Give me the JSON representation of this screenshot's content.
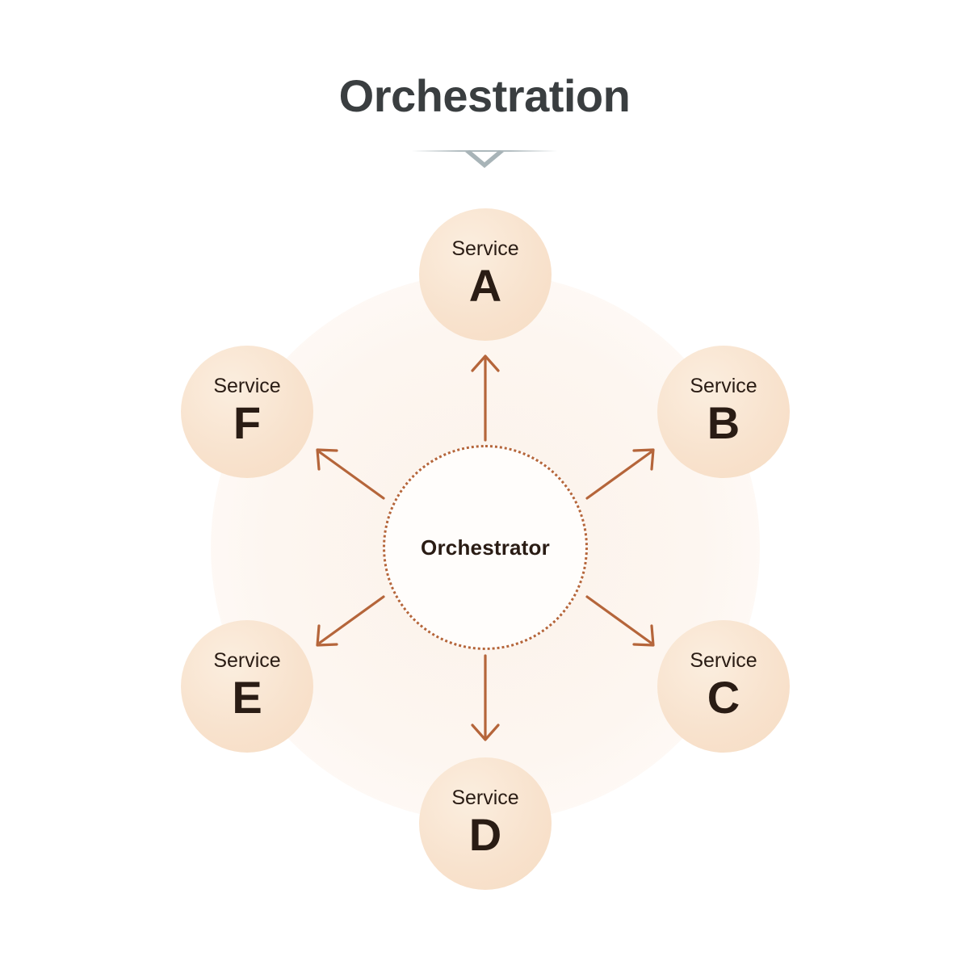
{
  "header": {
    "title": "Orchestration",
    "divider_icon": "chevron-down-icon"
  },
  "colors": {
    "title_text": "#3a3e40",
    "divider": "#a8b4b8",
    "node_fill": "#f8e2cd",
    "node_text": "#2a1c14",
    "arrow": "#b5653a",
    "center_border": "#b5653a",
    "halo": "#fcf2ea",
    "background": "#ffffff"
  },
  "diagram": {
    "type": "hub-and-spoke",
    "center": {
      "label": "Orchestrator",
      "shape": "dotted-circle"
    },
    "nodes": [
      {
        "id": "a",
        "label": "Service",
        "letter": "A",
        "position": "top"
      },
      {
        "id": "b",
        "label": "Service",
        "letter": "B",
        "position": "top-right"
      },
      {
        "id": "c",
        "label": "Service",
        "letter": "C",
        "position": "bottom-right"
      },
      {
        "id": "d",
        "label": "Service",
        "letter": "D",
        "position": "bottom"
      },
      {
        "id": "e",
        "label": "Service",
        "letter": "E",
        "position": "bottom-left"
      },
      {
        "id": "f",
        "label": "Service",
        "letter": "F",
        "position": "top-left"
      }
    ],
    "edges": [
      {
        "from": "Orchestrator",
        "to": "Service A",
        "direction": "outbound"
      },
      {
        "from": "Orchestrator",
        "to": "Service B",
        "direction": "outbound"
      },
      {
        "from": "Orchestrator",
        "to": "Service C",
        "direction": "outbound"
      },
      {
        "from": "Orchestrator",
        "to": "Service D",
        "direction": "outbound"
      },
      {
        "from": "Orchestrator",
        "to": "Service E",
        "direction": "outbound"
      },
      {
        "from": "Orchestrator",
        "to": "Service F",
        "direction": "outbound"
      }
    ]
  }
}
